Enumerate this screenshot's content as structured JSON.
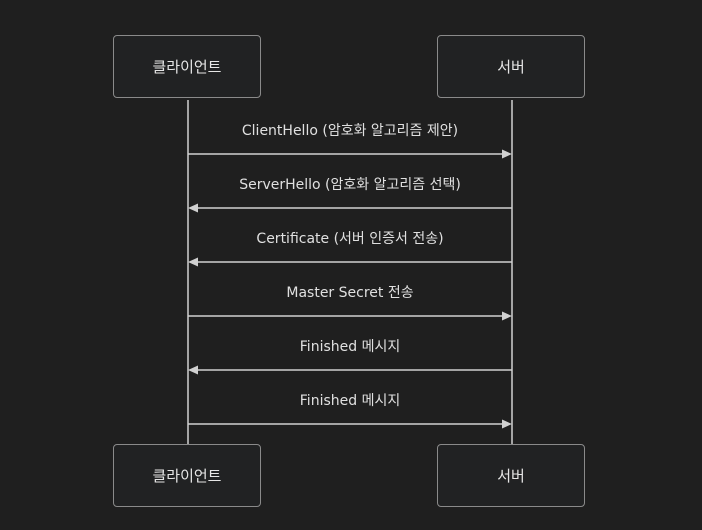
{
  "participants": [
    "클라이언트",
    "서버"
  ],
  "messages": [
    {
      "from": 0,
      "to": 1,
      "label": "ClientHello (암호화 알고리즘 제안)"
    },
    {
      "from": 1,
      "to": 0,
      "label": "ServerHello (암호화 알고리즘 선택)"
    },
    {
      "from": 1,
      "to": 0,
      "label": "Certificate (서버 인증서 전송)"
    },
    {
      "from": 0,
      "to": 1,
      "label": "Master Secret 전송"
    },
    {
      "from": 1,
      "to": 0,
      "label": "Finished 메시지"
    },
    {
      "from": 0,
      "to": 1,
      "label": "Finished 메시지"
    }
  ],
  "colors": {
    "line": "#d0d0d0",
    "background": "#1f1f1f",
    "box_border": "#8a8a8a"
  }
}
